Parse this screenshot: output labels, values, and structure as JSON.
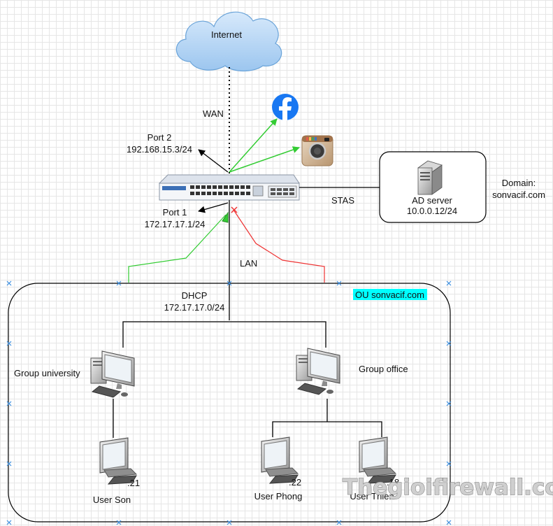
{
  "internet": {
    "label": "Internet"
  },
  "links": {
    "wan": "WAN",
    "lan": "LAN",
    "stas": "STAS"
  },
  "firewall": {
    "port2": {
      "name": "Port 2",
      "ip": "192.168.15.3/24"
    },
    "port1": {
      "name": "Port 1",
      "ip": "172.17.17.1/24"
    }
  },
  "ad_server": {
    "name": "AD server",
    "ip": "10.0.0.12/24"
  },
  "domain": {
    "label": "Domain:",
    "value": "sonvacif.com"
  },
  "ou": {
    "label": "OU sonvacif.com"
  },
  "dhcp": {
    "label": "DHCP",
    "subnet": "172.17.17.0/24"
  },
  "groups": [
    {
      "label": "Group university"
    },
    {
      "label": "Group office"
    }
  ],
  "users": [
    {
      "name": "User Son",
      "suffix": ".21"
    },
    {
      "name": "User Phong",
      "suffix": ".22"
    },
    {
      "name": "User Thien",
      "suffix": ".18"
    }
  ],
  "watermark": "Thegioifirewall.com",
  "colors": {
    "allowed_path": "#33cc33",
    "blocked_path": "#ee3333",
    "cloud": "#b3d5f5",
    "facebook": "#1877f2",
    "ou_highlight": "#00ffff"
  },
  "icons": [
    "cloud-icon",
    "facebook-icon",
    "instagram-icon",
    "firewall-appliance-icon",
    "server-icon",
    "workstation-icon",
    "monitor-icon"
  ]
}
